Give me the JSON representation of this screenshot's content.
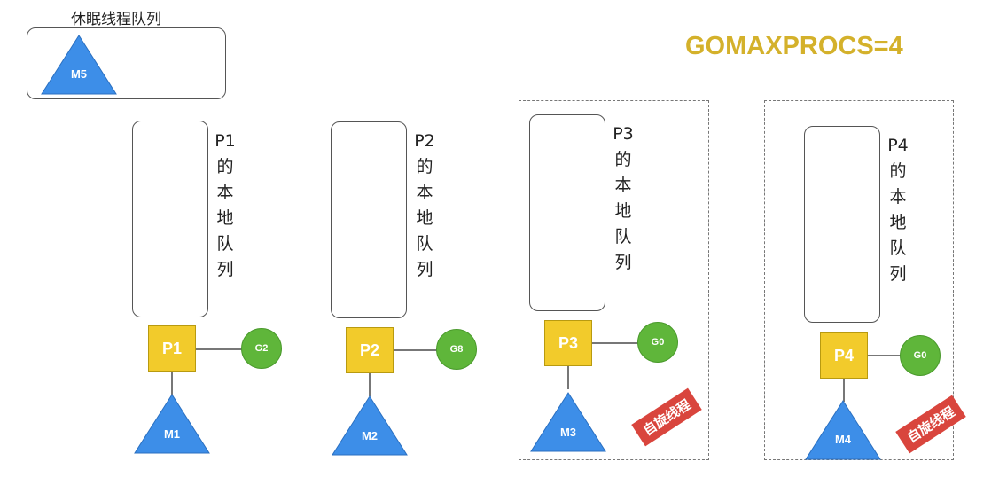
{
  "gomaxprocs_label": "GOMAXPROCS=4",
  "sleep_queue": {
    "title": "休眠线程队列",
    "thread": "M5"
  },
  "processors": [
    {
      "name": "P1",
      "queue_label": [
        "P1",
        "的",
        "本",
        "地",
        "队",
        "列"
      ],
      "goroutine": "G2",
      "thread": "M1",
      "spinning": false
    },
    {
      "name": "P2",
      "queue_label": [
        "P2",
        "的",
        "本",
        "地",
        "队",
        "列"
      ],
      "goroutine": "G8",
      "thread": "M2",
      "spinning": false
    },
    {
      "name": "P3",
      "queue_label": [
        "P3",
        "的",
        "本",
        "地",
        "队",
        "列"
      ],
      "goroutine": "G0",
      "thread": "M3",
      "spinning": true,
      "spin_label": "自旋线程"
    },
    {
      "name": "P4",
      "queue_label": [
        "P4",
        "的",
        "本",
        "地",
        "队",
        "列"
      ],
      "goroutine": "G0",
      "thread": "M4",
      "spinning": true,
      "spin_label": "自旋线程"
    }
  ],
  "colors": {
    "processor": "#f2cb2b",
    "goroutine": "#5fb63a",
    "thread": "#3d8ee8",
    "title": "#d4b12b",
    "spin_stamp": "#d9453d"
  }
}
